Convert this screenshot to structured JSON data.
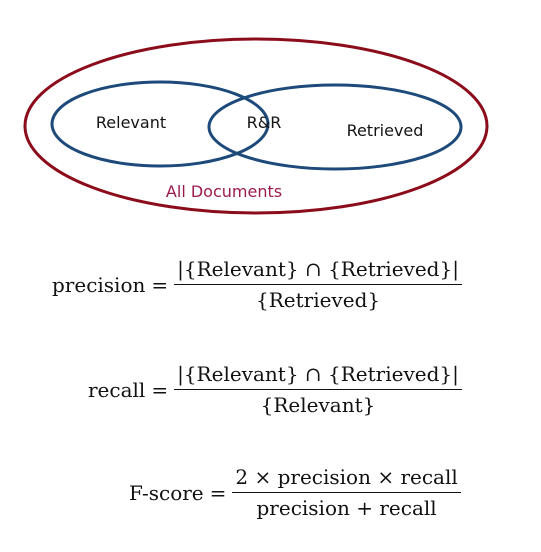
{
  "venn": {
    "relevant_label": "Relevant",
    "intersection_label": "R&R",
    "retrieved_label": "Retrieved",
    "universe_label": "All Documents",
    "colors": {
      "universe": "#8b0d1c",
      "sets": "#1d4a7a",
      "universe_text": "#9b1b4b"
    }
  },
  "formulas": {
    "precision": {
      "lhs": "precision",
      "equals": "=",
      "numerator": "|{Relevant} ∩ {Retrieved}|",
      "denominator": "{Retrieved}"
    },
    "recall": {
      "lhs": "recall",
      "equals": "=",
      "numerator": "|{Relevant} ∩ {Retrieved}|",
      "denominator": "{Relevant}"
    },
    "fscore": {
      "lhs": "F-score",
      "equals": "=",
      "numerator": "2 × precision × recall",
      "denominator": "precision + recall"
    }
  }
}
